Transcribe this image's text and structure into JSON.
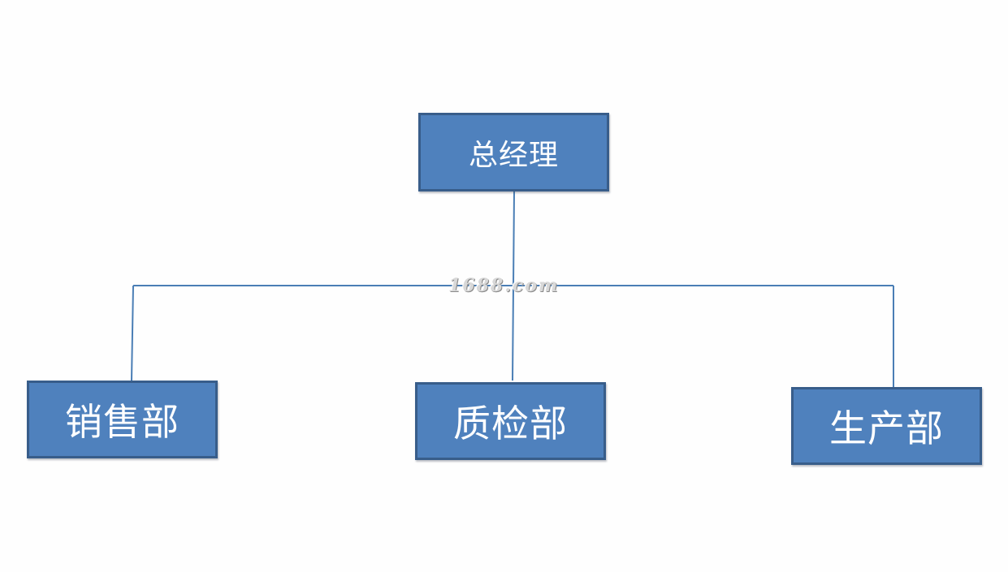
{
  "diagram": {
    "root": {
      "label": "总经理"
    },
    "children": [
      {
        "label": "销售部"
      },
      {
        "label": "质检部"
      },
      {
        "label": "生产部"
      }
    ]
  },
  "watermark": "1688.com",
  "colors": {
    "box_fill": "#4f81bd",
    "box_border": "#385d8a",
    "connector": "#4a7eb5",
    "text": "#ffffff"
  }
}
